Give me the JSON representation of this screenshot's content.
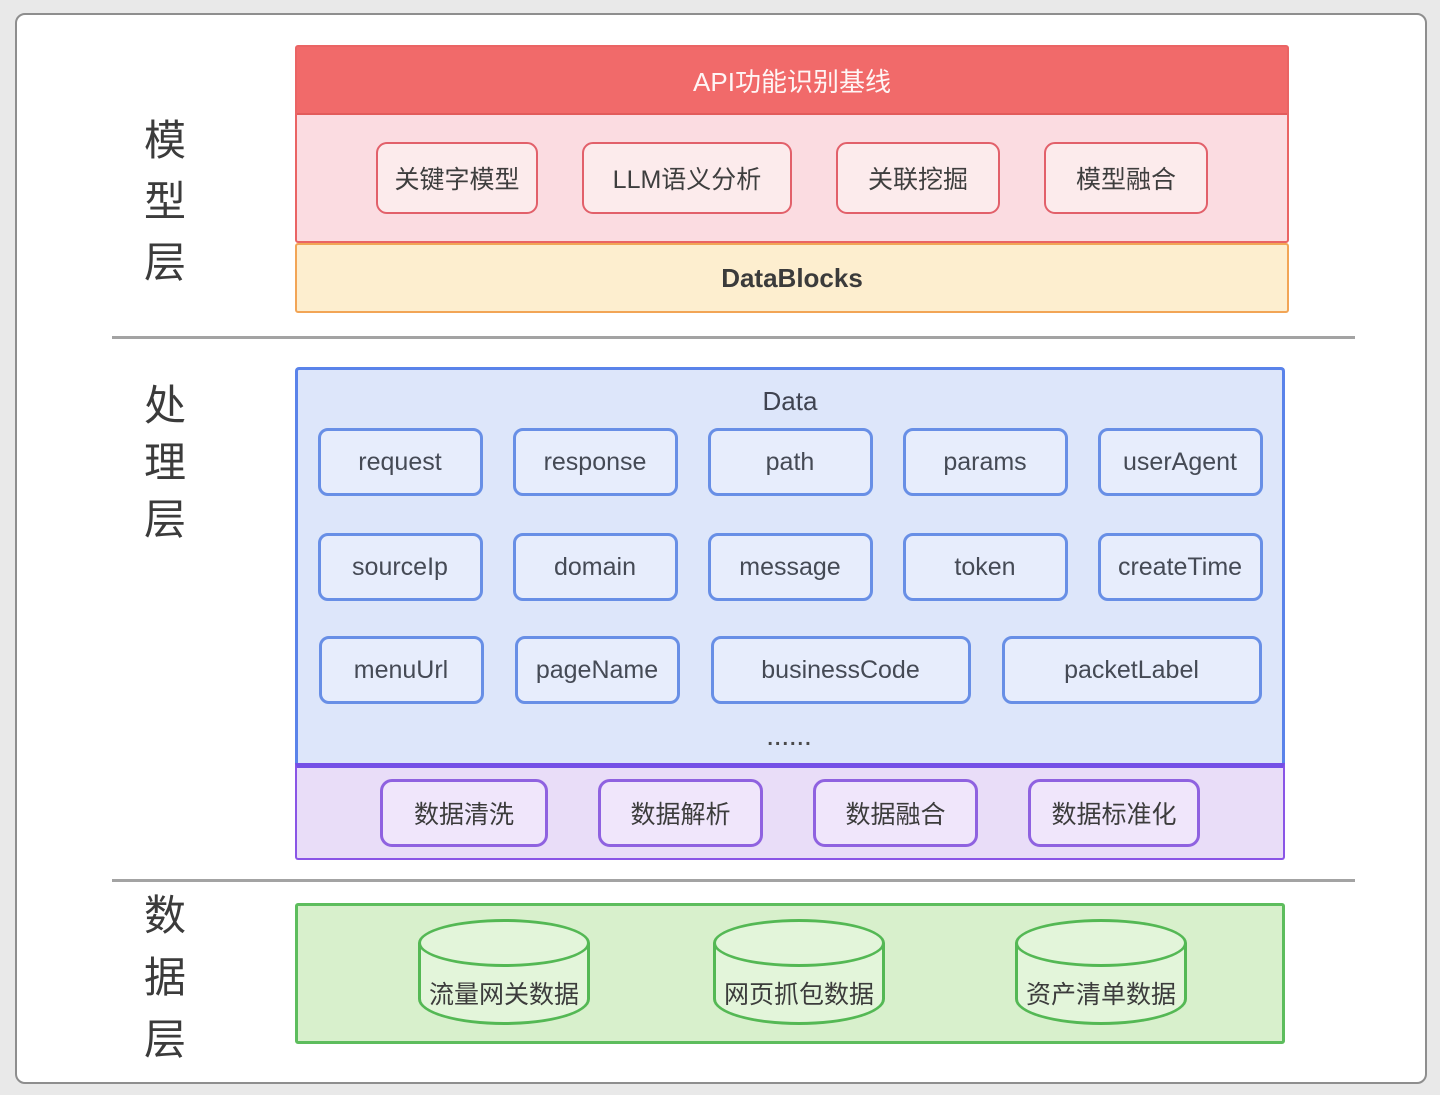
{
  "model_layer": {
    "side_label": "模型层",
    "header": "API功能识别基线",
    "models": [
      "关键字模型",
      "LLM语义分析",
      "关联挖掘",
      "模型融合"
    ],
    "datablocks_label": "DataBlocks"
  },
  "processing_layer": {
    "side_label": "处理层",
    "data_title": "Data",
    "fields_row1": [
      "request",
      "response",
      "path",
      "params",
      "userAgent"
    ],
    "fields_row2": [
      "sourceIp",
      "domain",
      "message",
      "token",
      "createTime"
    ],
    "fields_row3": [
      "menuUrl",
      "pageName",
      "businessCode",
      "packetLabel"
    ],
    "ellipsis": "......",
    "processes": [
      "数据清洗",
      "数据解析",
      "数据融合",
      "数据标准化"
    ]
  },
  "data_layer": {
    "side_label": "数据层",
    "databases": [
      "流量网关数据",
      "网页抓包数据",
      "资产清单数据"
    ]
  },
  "colors": {
    "model_header_bg": "#f16a6a",
    "model_body_bg": "#fbdce1",
    "model_chip_border": "#e2606a",
    "datablocks_bg": "#fdeecf",
    "datablocks_border": "#f2a556",
    "processing_bg": "#dde6fa",
    "processing_border": "#5a83ea",
    "field_chip_border": "#688fe6",
    "process_band_bg": "#e9ddf8",
    "process_border": "#7450e6",
    "process_chip_border": "#8f62e0",
    "data_bg": "#d8f0cc",
    "data_border": "#5dbd5d",
    "divider": "#a3a3a3"
  }
}
